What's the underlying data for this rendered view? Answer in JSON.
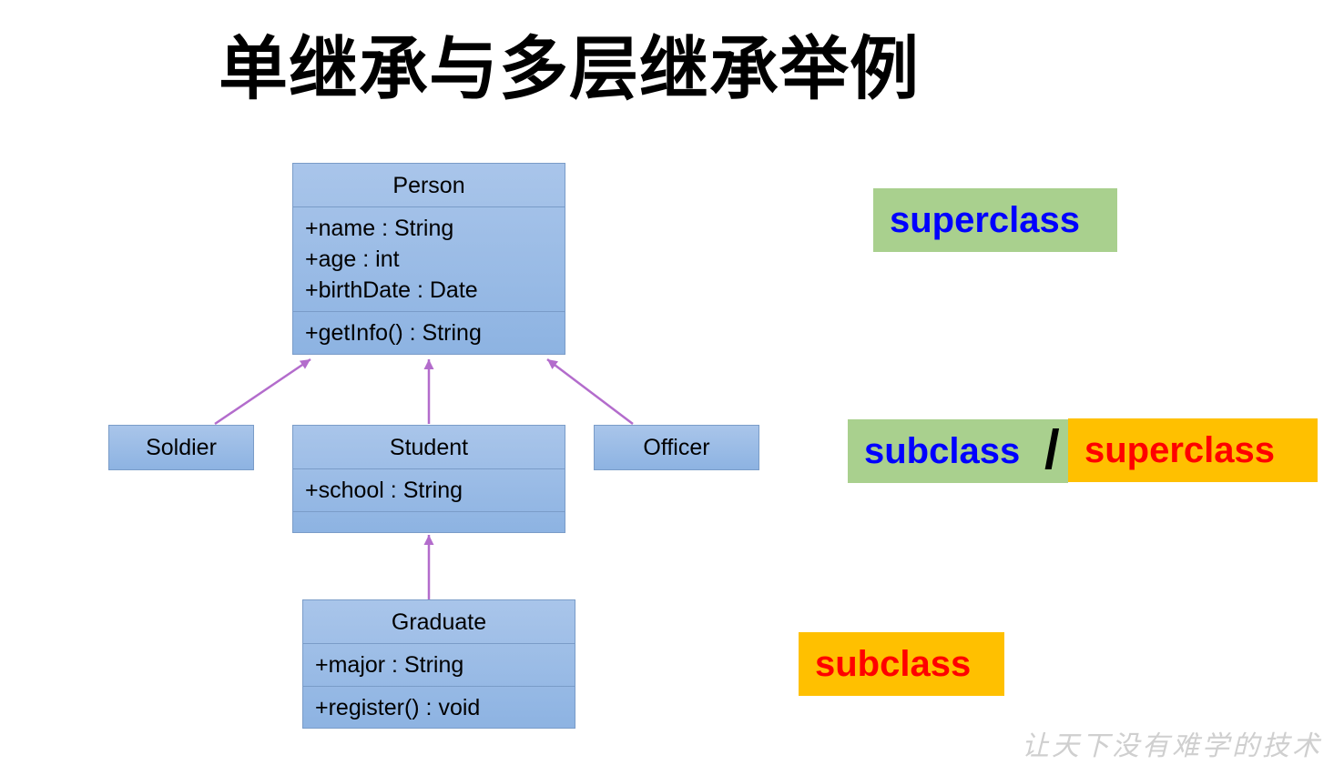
{
  "title": "单继承与多层继承举例",
  "classes": {
    "person": {
      "name": "Person",
      "attributes": [
        "+name : String",
        "+age : int",
        "+birthDate : Date"
      ],
      "methods": [
        "+getInfo() : String"
      ]
    },
    "soldier": {
      "name": "Soldier"
    },
    "student": {
      "name": "Student",
      "attributes": [
        "+school : String"
      ],
      "methods": []
    },
    "officer": {
      "name": "Officer"
    },
    "graduate": {
      "name": "Graduate",
      "attributes": [
        "+major : String"
      ],
      "methods": [
        "+register() : void"
      ]
    }
  },
  "labels": {
    "top": "superclass",
    "middle_left": "subclass",
    "middle_separator": "/",
    "middle_right": "superclass",
    "bottom": "subclass"
  },
  "colors": {
    "class_fill_top": "#a9c5ea",
    "class_fill_bottom": "#8db3e2",
    "arrow": "#b36ccc",
    "green_box": "#a9d08e",
    "orange_box": "#ffc000",
    "blue_text": "#0000ff",
    "red_text": "#ff0000"
  },
  "watermark": "让天下没有难学的技术"
}
